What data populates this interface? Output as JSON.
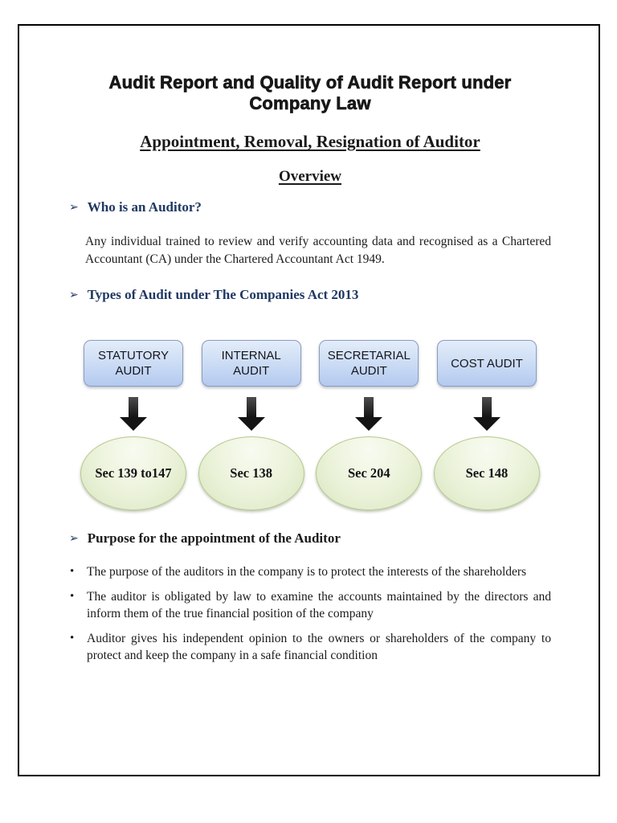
{
  "header": {
    "title_line1": "Audit Report and Quality of Audit Report under",
    "title_line2": "Company Law",
    "subtitle": "Appointment, Removal, Resignation of Auditor",
    "overview": "Overview"
  },
  "glyphs": {
    "arrow_bullet": "➢",
    "dot_bullet": "•"
  },
  "colors": {
    "heading_navy": "#1f3864",
    "text_dark": "#1a1a1a",
    "box_fill_top": "#e3edfa",
    "box_fill_bottom": "#b3c9ef",
    "box_border": "#8d9cbe",
    "ellipse_fill_top": "#f8fbf1",
    "ellipse_fill_bottom": "#d9e6c0",
    "ellipse_border": "#b6c98f",
    "arrow_black": "#141414",
    "page_border": "#000000"
  },
  "sections": {
    "who": {
      "heading": "Who is an Auditor?",
      "body": "Any individual trained to review and verify accounting data and recognised as a Chartered Accountant (CA) under the Chartered Accountant Act 1949."
    },
    "types": {
      "heading": "Types of Audit under The Companies Act 2013"
    },
    "purpose": {
      "heading": "Purpose for the appointment of the Auditor",
      "items": [
        "The purpose of the auditors in the company is to protect the interests of the shareholders",
        "The auditor is obligated by law to examine the accounts maintained by the directors and inform them of the true financial position of the company",
        "Auditor gives his independent opinion to the owners or shareholders of the company to protect and keep the company in a safe financial condition"
      ]
    }
  },
  "diagram": {
    "columns": [
      {
        "box_label": "STATUTORY AUDIT",
        "section_label": "Sec 139 to147"
      },
      {
        "box_label": "INTERNAL AUDIT",
        "section_label": "Sec 138"
      },
      {
        "box_label": "SECRETARIAL AUDIT",
        "section_label": "Sec 204"
      },
      {
        "box_label": "COST AUDIT",
        "section_label": "Sec 148"
      }
    ]
  }
}
